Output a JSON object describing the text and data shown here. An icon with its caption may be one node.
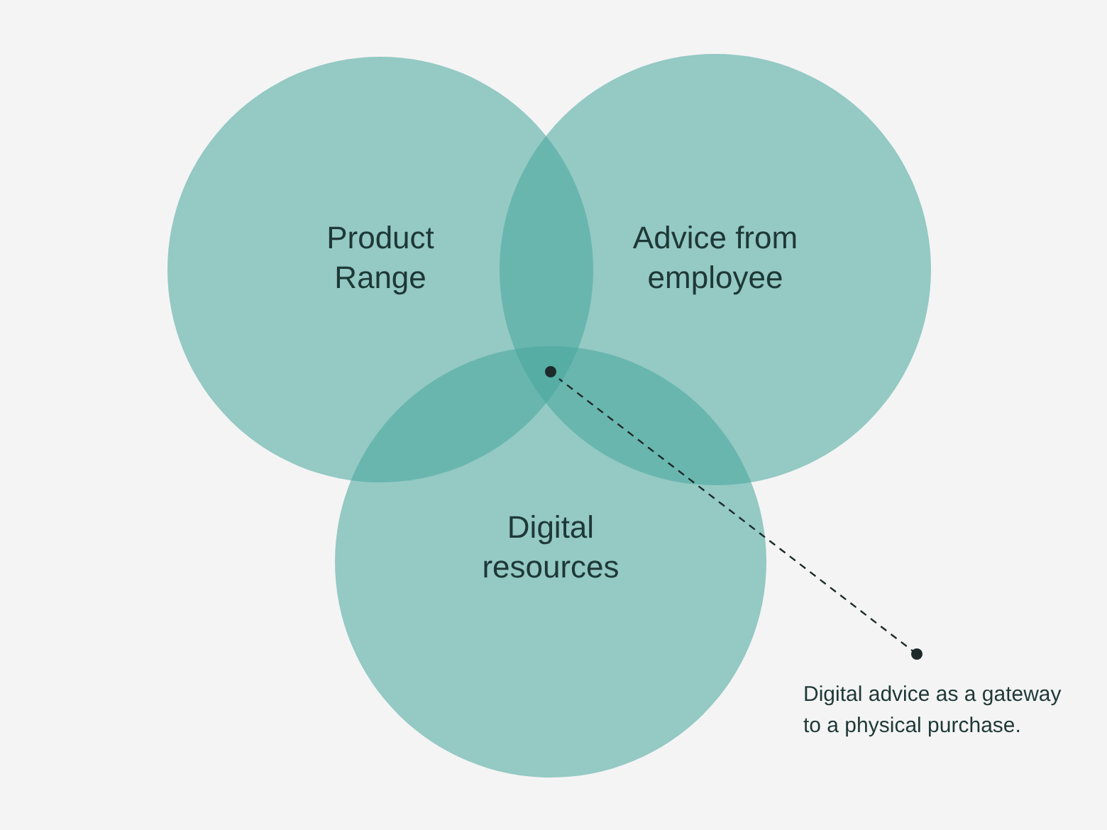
{
  "diagram": {
    "nodes": [
      {
        "text": [
          "Product Range"
        ]
      },
      {
        "text": [
          "Advice from employee"
        ]
      },
      {
        "text": [
          "Digital resources"
        ]
      },
      {
        "text": [
          "Digital advice as a gateway to a physical purchase."
        ]
      },
      {
        "text": [],
        "shape": "circle"
      }
    ],
    "edges": [
      {
        "from": 3,
        "to": 4,
        "arrow": "other",
        "style": "dashed"
      }
    ]
  }
}
